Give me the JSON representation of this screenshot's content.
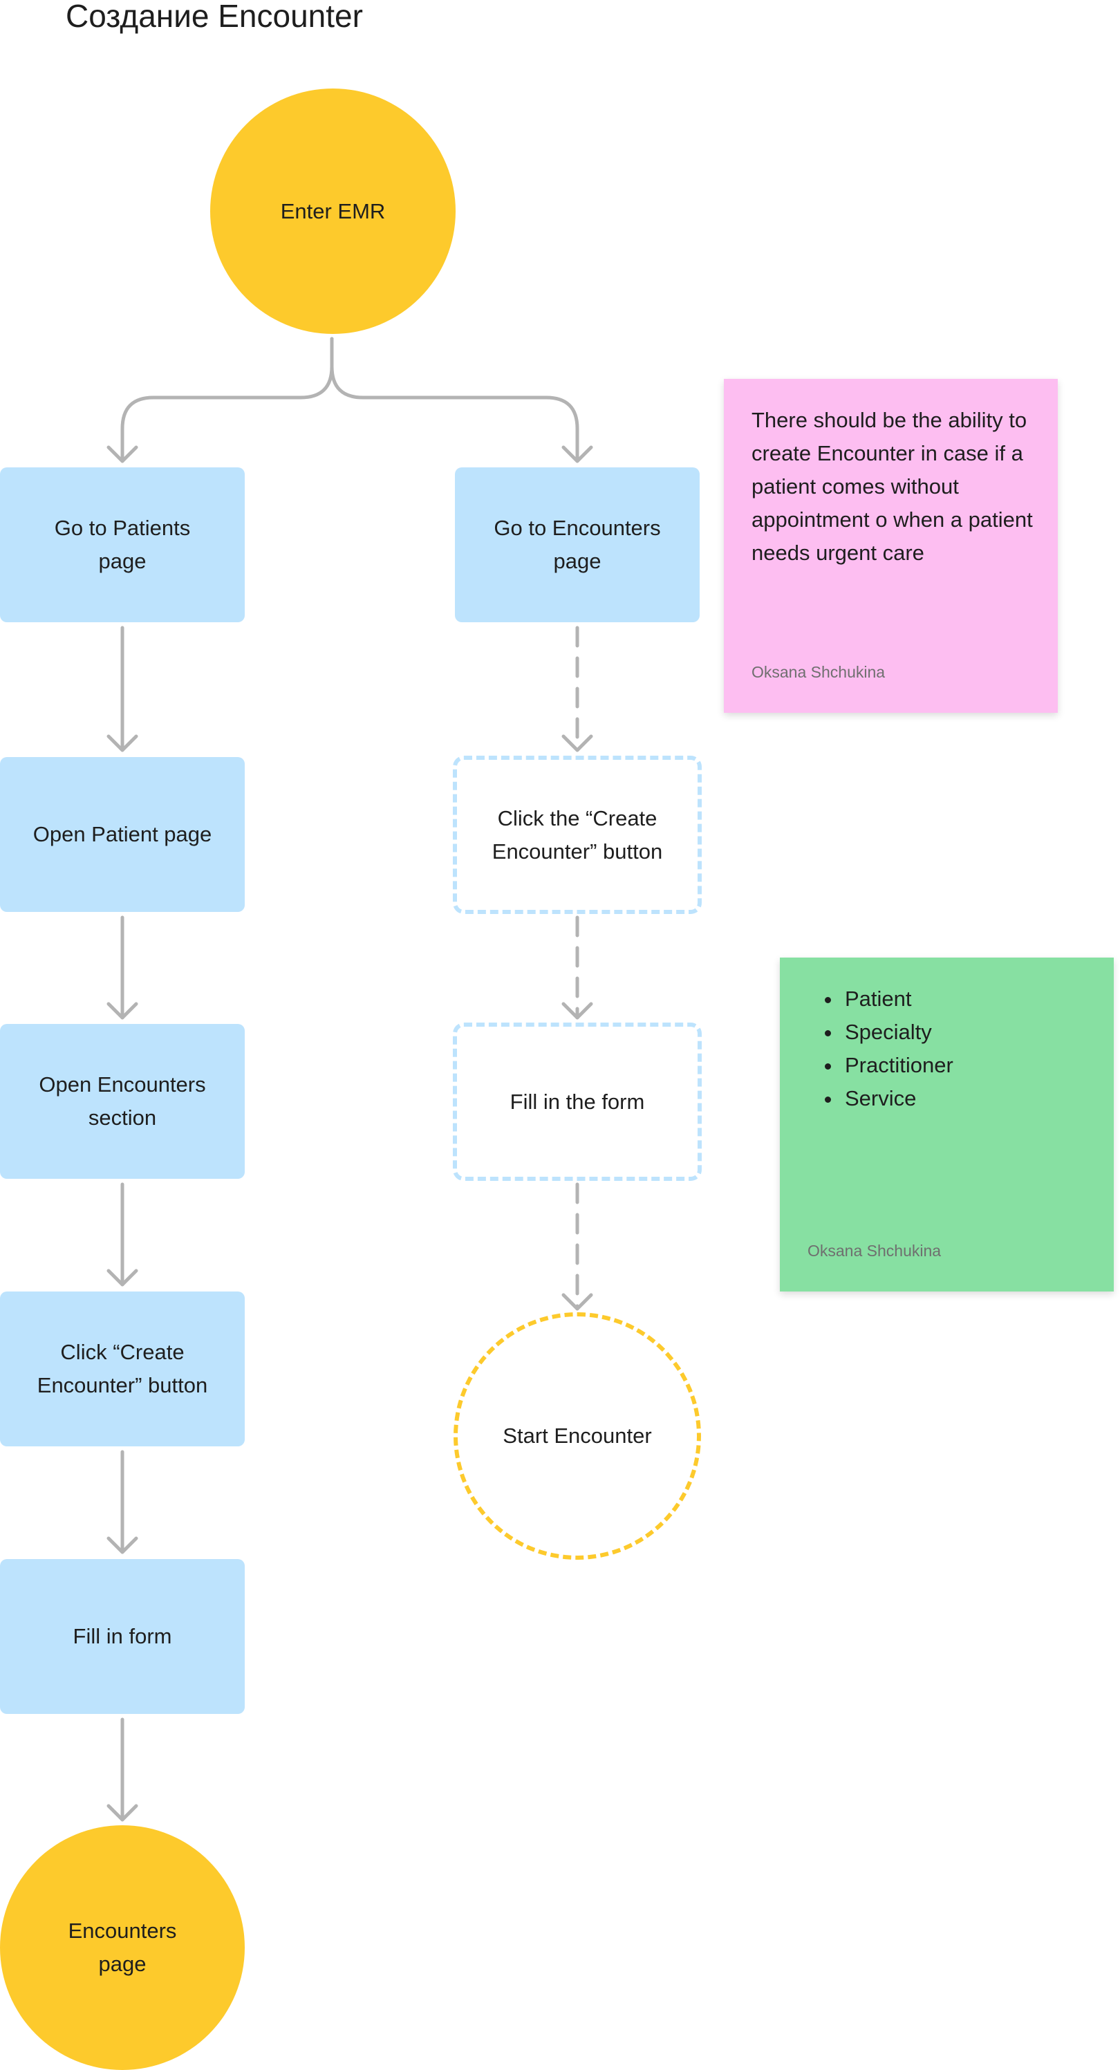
{
  "title": "Создание Encounter",
  "nodes": {
    "enter_emr": "Enter EMR",
    "go_patients": "Go to Patients page",
    "go_encounters": "Go to Encounters page",
    "open_patient": "Open Patient page",
    "open_encounters_section": "Open Encounters section",
    "click_create_left": "Click “Create Encounter” button",
    "fill_form_left": "Fill in form",
    "encounters_page": "Encounters page",
    "click_create_right": "Click the “Create Encounter” button",
    "fill_form_right": "Fill in the form",
    "start_encounter": "Start Encounter"
  },
  "notes": {
    "pink": {
      "text": "There should be the ability to create Encounter in case if  a patient comes without appointment o when a patient needs urgent care",
      "author": "Oksana Shchukina"
    },
    "green": {
      "items": [
        "Patient",
        "Specialty",
        "Practitioner",
        "Service"
      ],
      "author": "Oksana Shchukina"
    }
  },
  "colors": {
    "process": "#bde3fd",
    "terminal": "#fdca2c",
    "connector": "#b3b3b3",
    "note_pink": "#fdbef1",
    "note_green": "#87e0a2"
  }
}
